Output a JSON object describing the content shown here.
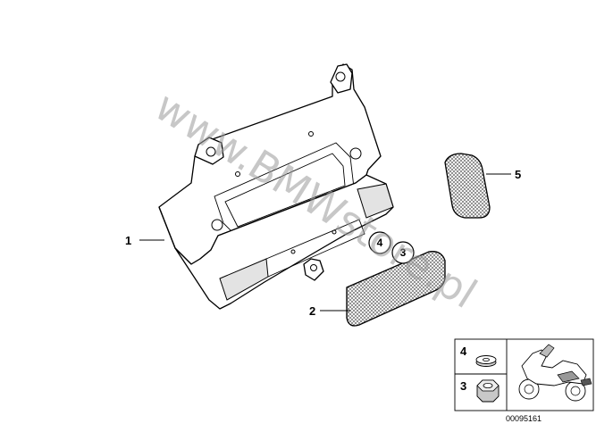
{
  "callouts": {
    "c1": "1",
    "c2": "2",
    "c3": "3",
    "c4": "4",
    "c5": "5"
  },
  "legend": {
    "item4": "4",
    "item3": "3"
  },
  "diagram_ref": "00095161",
  "watermark": "www.BMWstore.pl"
}
